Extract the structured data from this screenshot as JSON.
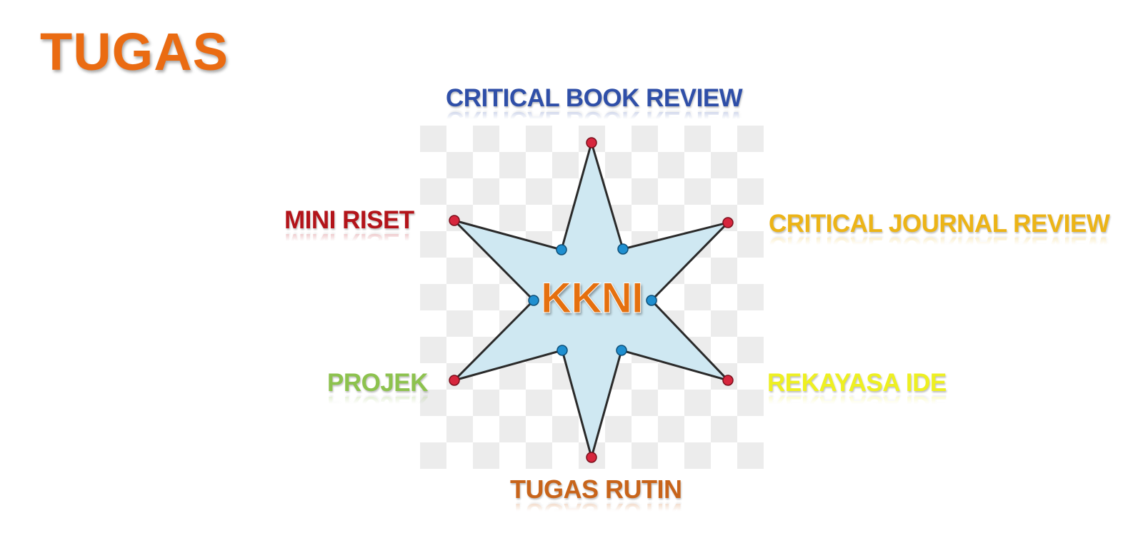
{
  "title": "TUGAS",
  "center": "KKNI",
  "labels": {
    "top": "CRITICAL BOOK REVIEW",
    "upper_left": "MINI RISET",
    "upper_right": "CRITICAL JOURNAL REVIEW",
    "lower_left": "PROJEK",
    "lower_right": "REKAYASA IDE",
    "bottom": "TUGAS RUTIN"
  },
  "colors": {
    "title": "#ea6b12",
    "center": "#e5700f",
    "top": "#2f4fa8",
    "upper_left": "#b3141a",
    "upper_right": "#ecb417",
    "lower_left": "#8dc24e",
    "lower_right": "#eef021",
    "bottom": "#c8641a",
    "star_fill": "#cfe8f2",
    "star_stroke": "#2a2a2a",
    "outer_node": "#d7263d",
    "inner_node": "#1f8fd0",
    "checker_light": "#ececec"
  }
}
